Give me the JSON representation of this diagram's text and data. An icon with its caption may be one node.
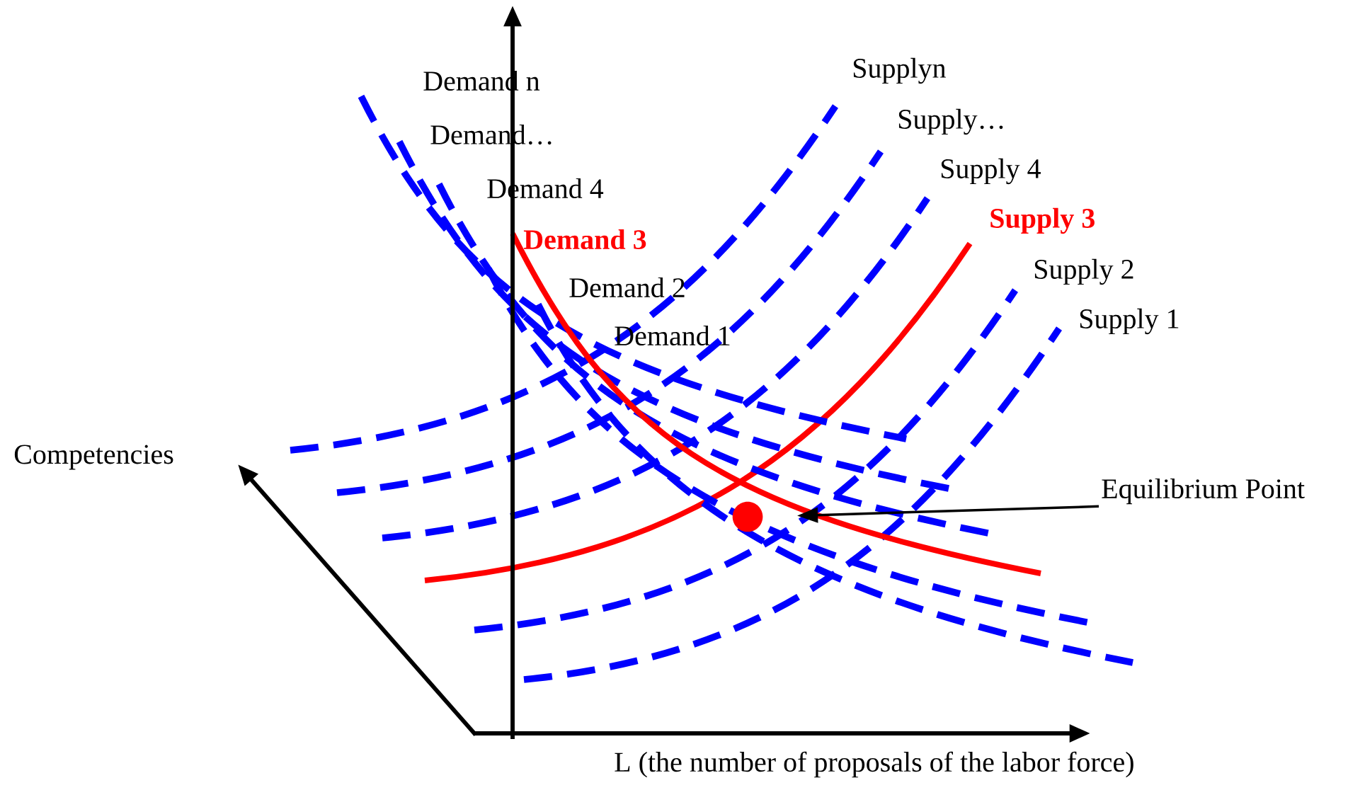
{
  "diagram": {
    "nodes": [
      {
        "text": [
          "Equilibrium Point"
        ]
      },
      {
        "text": [],
        "shape": "circle"
      }
    ],
    "edges": [
      {
        "from": 0,
        "to": 1,
        "arrow": "to"
      }
    ],
    "labels": [
      "Demand n",
      "Supplyn",
      "Demand…",
      "Supply…",
      "Demand 4",
      "Supply 4",
      "Demand 3",
      "Supply 3",
      "Demand 2",
      "Supply 2",
      "Demand 1",
      "Supply 1",
      "Competencies",
      "L (the number of proposals of the labor force)"
    ]
  }
}
